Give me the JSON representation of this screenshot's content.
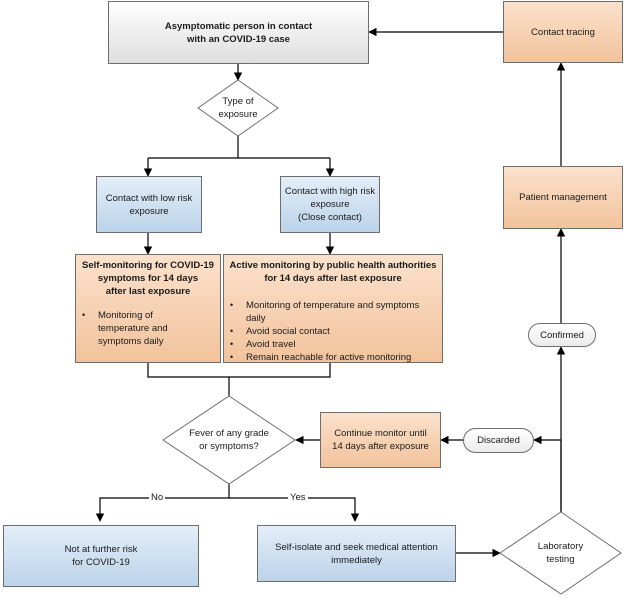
{
  "nodes": {
    "asymptomatic": {
      "line1": "Asymptomatic person in contact",
      "line2": "with an COVID-19 case"
    },
    "contact_tracing": "Contact tracing",
    "exposure_type": {
      "line1": "Type of",
      "line2": "exposure"
    },
    "low_risk": {
      "line1": "Contact with low risk",
      "line2": "exposure"
    },
    "high_risk": {
      "line1": "Contact with high risk",
      "line2": "exposure",
      "line3": "(Close contact)"
    },
    "patient_management": "Patient management",
    "self_monitoring": {
      "heading": [
        "Self-monitoring for COVID-19",
        "symptoms for 14 days",
        "after last exposure"
      ],
      "bullets": [
        "Monitoring of",
        "temperature and",
        "symptoms daily"
      ]
    },
    "active_monitoring": {
      "heading": [
        "Active monitoring by public health authorities",
        "for 14 days after last exposure"
      ],
      "bullets": [
        [
          "Monitoring of temperature and symptoms",
          "daily"
        ],
        [
          "Avoid social contact"
        ],
        [
          "Avoid travel"
        ],
        [
          "Remain reachable for active monitoring"
        ]
      ]
    },
    "confirmed": "Confirmed",
    "fever": {
      "line1": "Fever of any grade",
      "line2": "or symptoms?"
    },
    "continue_monitor": {
      "line1": "Continue monitor until",
      "line2": "14 days after exposure"
    },
    "discarded": "Discarded",
    "not_at_risk": {
      "line1": "Not at further risk",
      "line2": "for COVID-19"
    },
    "self_isolate": {
      "line1": "Self-isolate and seek medical attention",
      "line2": "immediately"
    },
    "lab_testing": {
      "line1": "Laboratory",
      "line2": "testing"
    }
  },
  "edge_labels": {
    "no": "No",
    "yes": "Yes"
  }
}
